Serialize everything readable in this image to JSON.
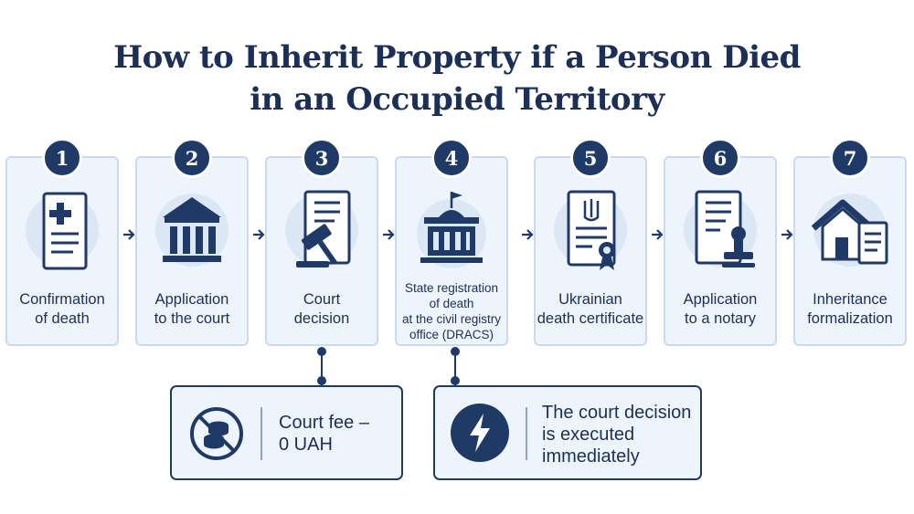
{
  "title": {
    "line1": "How to Inherit Property if a Person Died",
    "line2": "in an Occupied Territory"
  },
  "steps": [
    {
      "number": "1",
      "label_lines": [
        "Confirmation",
        "of death"
      ],
      "icon": "medical-document-icon"
    },
    {
      "number": "2",
      "label_lines": [
        "Application",
        "to the court"
      ],
      "icon": "courthouse-icon"
    },
    {
      "number": "3",
      "label_lines": [
        "Court",
        "decision"
      ],
      "icon": "gavel-document-icon"
    },
    {
      "number": "4",
      "label_lines": [
        "State registration",
        "of death",
        "at the civil registry",
        "office (DRACS)"
      ],
      "icon": "registry-building-icon"
    },
    {
      "number": "5",
      "label_lines": [
        "Ukrainian",
        "death certificate"
      ],
      "icon": "certificate-icon"
    },
    {
      "number": "6",
      "label_lines": [
        "Application",
        "to a notary"
      ],
      "icon": "notary-stamp-icon"
    },
    {
      "number": "7",
      "label_lines": [
        "Inheritance",
        "formalization"
      ],
      "icon": "house-document-icon"
    }
  ],
  "notes": [
    {
      "lines": [
        "Court fee –",
        "0 UAH"
      ],
      "icon": "no-money-icon",
      "attached_to_step": "3"
    },
    {
      "lines": [
        "The court decision",
        "is executed",
        "immediately"
      ],
      "icon": "lightning-icon",
      "attached_to_step": "4"
    }
  ],
  "colors": {
    "navy": "#1f3a66",
    "title": "#1c2f57",
    "card_fill": "#eef4fc",
    "card_border": "#c9dbf0",
    "icon_circle": "#dce7f5"
  }
}
